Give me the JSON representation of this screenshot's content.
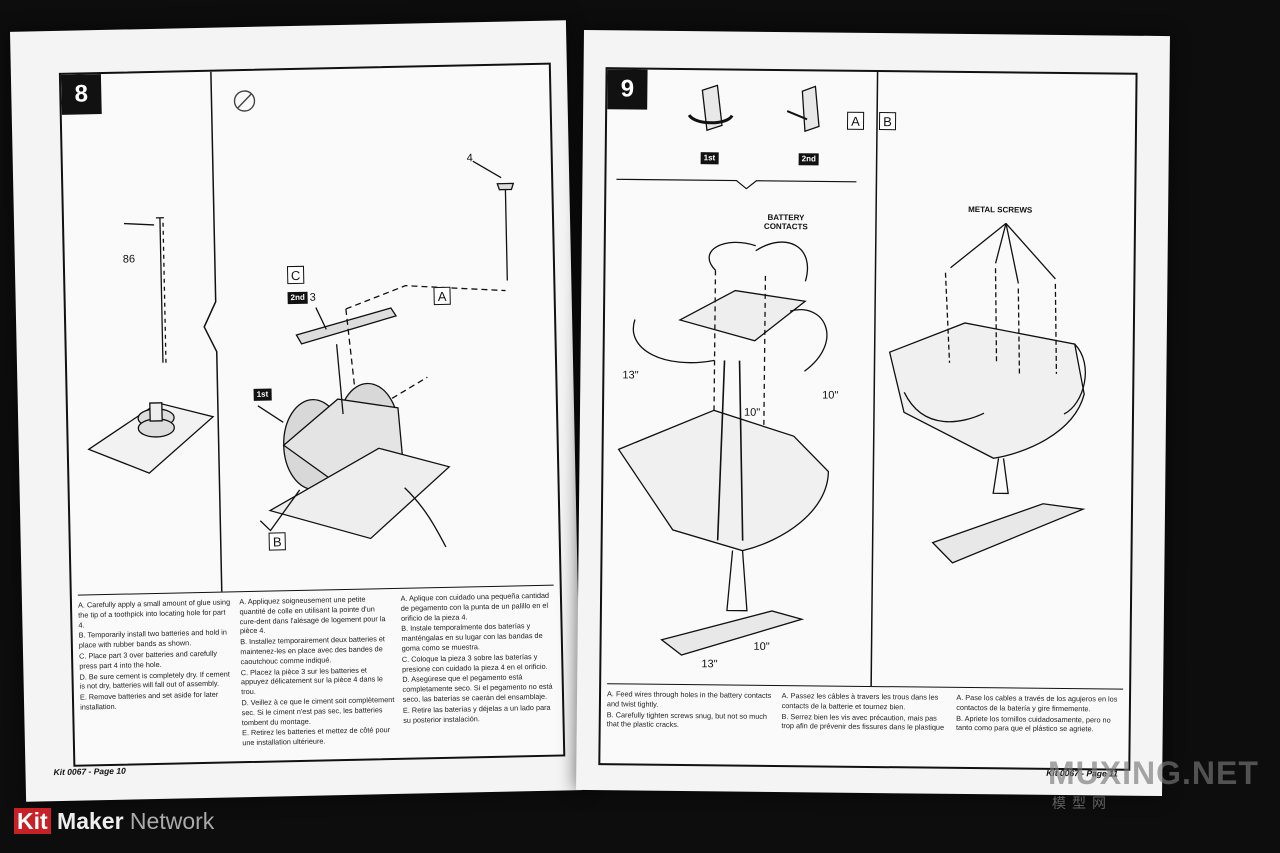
{
  "left_page": {
    "step_number": "8",
    "callouts": {
      "part_86": "86",
      "part_4": "4",
      "part_3": "3",
      "letter_c": "C",
      "letter_a": "A",
      "letter_b": "B",
      "badge_2nd": "2nd",
      "badge_1st": "1st"
    },
    "instructions": {
      "english": [
        "A. Carefully apply a small amount of glue using the tip of a toothpick into locating hole for part 4.",
        "B. Temporarily install two batteries and hold in place with rubber bands as shown.",
        "C. Place part 3 over batteries and carefully press part 4 into the hole.",
        "D. Be sure cement is completely dry. If cement is not dry, batteries will fall out of assembly.",
        "E. Remove batteries and set aside for later installation."
      ],
      "french": [
        "A. Appliquez soigneusement une petite quantité de colle en utilisant la pointe d'un cure-dent dans l'alésage de logement pour la pièce 4.",
        "B. Installez temporairement deux batteries et maintenez-les en place avec des bandes de caoutchouc comme indiqué.",
        "C. Placez la pièce 3 sur les batteries et appuyez délicatement sur la pièce 4 dans le trou.",
        "D. Veillez à ce que le ciment soit complètement sec. Si le ciment n'est pas sec, les batteries tombent du montage.",
        "E. Retirez les batteries et mettez de côté pour une installation ultérieure."
      ],
      "spanish": [
        "A. Aplique con cuidado una pequeña cantidad de pegamento con la punta de un palillo en el orificio de la pieza 4.",
        "B. Instale temporalmente dos baterías y manténgalas en su lugar con las bandas de goma como se muestra.",
        "C. Coloque la pieza 3 sobre las baterías y presione con cuidado la pieza 4 en el orificio.",
        "D. Asegúrese que el pegamento está completamente seco. Si el pegamento no está seco, las baterías se caerán del ensamblaje.",
        "E. Retire las baterías y déjelas a un lado para su posterior instalación."
      ]
    },
    "footer": "Kit 0067 - Page 10"
  },
  "right_page": {
    "step_number": "9",
    "callouts": {
      "letter_a": "A",
      "letter_b": "B",
      "badge_1st": "1st",
      "badge_2nd": "2nd",
      "battery_contacts": "BATTERY\nCONTACTS",
      "metal_screws": "METAL SCREWS",
      "wire_13_top": "13\"",
      "wire_10_mid": "10\"",
      "wire_10_right": "10\"",
      "wire_13_bottom": "13\"",
      "wire_10_bottom": "10\""
    },
    "instructions": {
      "english": [
        "A. Feed wires through holes in the battery contacts and twist tightly.",
        "B. Carefully tighten screws snug, but not so much that the plastic cracks."
      ],
      "french": [
        "A. Passez les câbles à travers les trous dans les contacts de la batterie et tournez bien.",
        "B. Serrez bien les vis avec précaution, mais pas trop afin de prévenir des fissures dans le plastique"
      ],
      "spanish": [
        "A. Pase los cables a través de los agujeros en los contactos de la batería y gire firmemente.",
        "B. Apriete los tornillos cuidadosamente, pero no tanto como para que el plástico se agriete."
      ]
    },
    "footer": "Kit 0067 - Page 11"
  },
  "watermarks": {
    "kit": "Kit",
    "maker": " Maker",
    "network": " Network",
    "muxing": "MUXING.NET",
    "muxing_sub": "模型网"
  }
}
